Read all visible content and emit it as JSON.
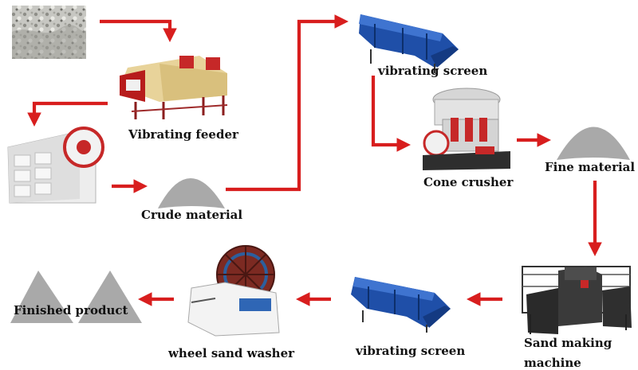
{
  "diagram": {
    "colors": {
      "arrow": "#d81e1e",
      "pile": "#a9a9a9",
      "label": "#111111"
    },
    "labels": {
      "vibrating_feeder": "Vibrating feeder",
      "crude_material": "Crude material",
      "vibrating_screen_top": "vibrating screen",
      "cone_crusher": "Cone crusher",
      "fine_material": "Fine material",
      "sand_making_machine_1": "Sand making",
      "sand_making_machine_2": "machine",
      "vibrating_screen_bottom": "vibrating screen",
      "wheel_sand_washer": "wheel sand washer",
      "finished_product": "Finished product"
    },
    "icons": {
      "raw_rock": "raw-stone-photo",
      "feeder": "vibrating-feeder-machine",
      "jaw_crusher": "jaw-crusher-machine",
      "screen": "vibrating-screen-machine",
      "cone": "cone-crusher-machine",
      "sand_maker": "sand-making-machine",
      "washer": "wheel-sand-washer-machine",
      "pile": "material-pile"
    }
  }
}
